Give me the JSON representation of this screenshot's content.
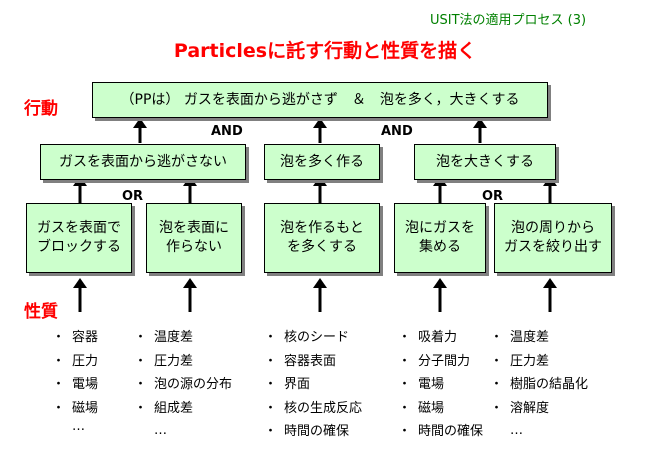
{
  "header": "USIT法の適用プロセス (3)",
  "title": "Particlesに託す行動と性質を描く",
  "labels": {
    "behavior": "行動",
    "properties": "性質"
  },
  "top_box": "（PPは） ガスを表面から逃がさず　＆　泡を多く，大きくする",
  "logic": {
    "and1": "AND",
    "and2": "AND",
    "or1": "OR",
    "or2": "OR"
  },
  "mid_boxes": [
    "ガスを表面から逃がさない",
    "泡を多く作る",
    "泡を大きくする"
  ],
  "leaf_boxes": [
    "ガスを表面で\nブロックする",
    "泡を表面に\n作らない",
    "泡を作るもと\nを多くする",
    "泡にガスを\n集める",
    "泡の周りから\nガスを絞り出す"
  ],
  "bullet": "・",
  "properties": [
    {
      "items": [
        "容器",
        "圧力",
        "電場",
        "磁場"
      ],
      "more": "…"
    },
    {
      "items": [
        "温度差",
        "圧力差",
        "泡の源の分布",
        "組成差"
      ],
      "more": "…"
    },
    {
      "items": [
        "核のシード",
        "容器表面",
        "界面",
        "核の生成反応",
        "時間の確保"
      ],
      "more": ""
    },
    {
      "items": [
        "吸着力",
        "分子間力",
        "電場",
        "磁場",
        "時間の確保"
      ],
      "more": ""
    },
    {
      "items": [
        "温度差",
        "圧力差",
        "樹脂の結晶化",
        "溶解度"
      ],
      "more": "…"
    }
  ]
}
